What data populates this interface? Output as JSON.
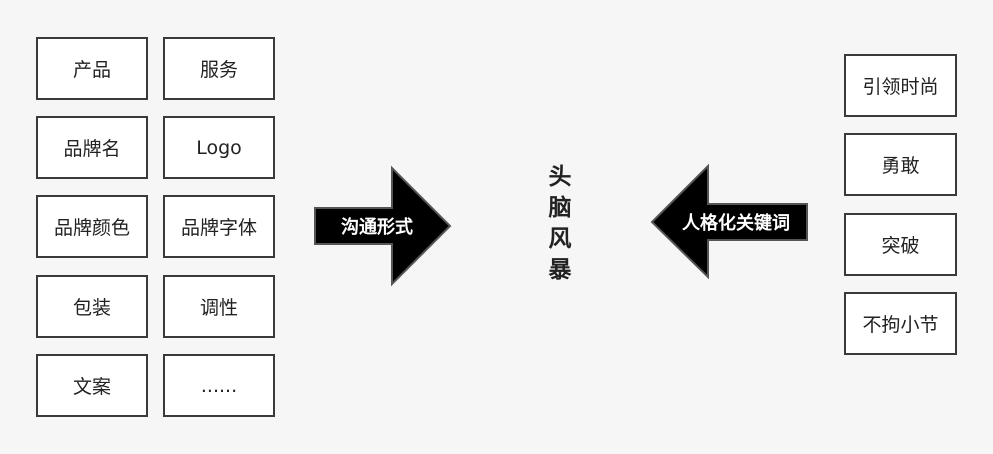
{
  "left_boxes": [
    "产品",
    "服务",
    "品牌名",
    "Logo",
    "品牌颜色",
    "品牌字体",
    "包装",
    "调性",
    "文案",
    "......"
  ],
  "right_boxes": [
    "引领时尚",
    "勇敢",
    "突破",
    "不拘小节"
  ],
  "left_arrow_label": "沟通形式",
  "right_arrow_label": "人格化关键词",
  "center_title": [
    "头",
    "脑",
    "风",
    "暴"
  ],
  "colors": {
    "arrow_fill": "#000000",
    "box_border": "#3a3a3a",
    "background": "#f6f6f6"
  }
}
